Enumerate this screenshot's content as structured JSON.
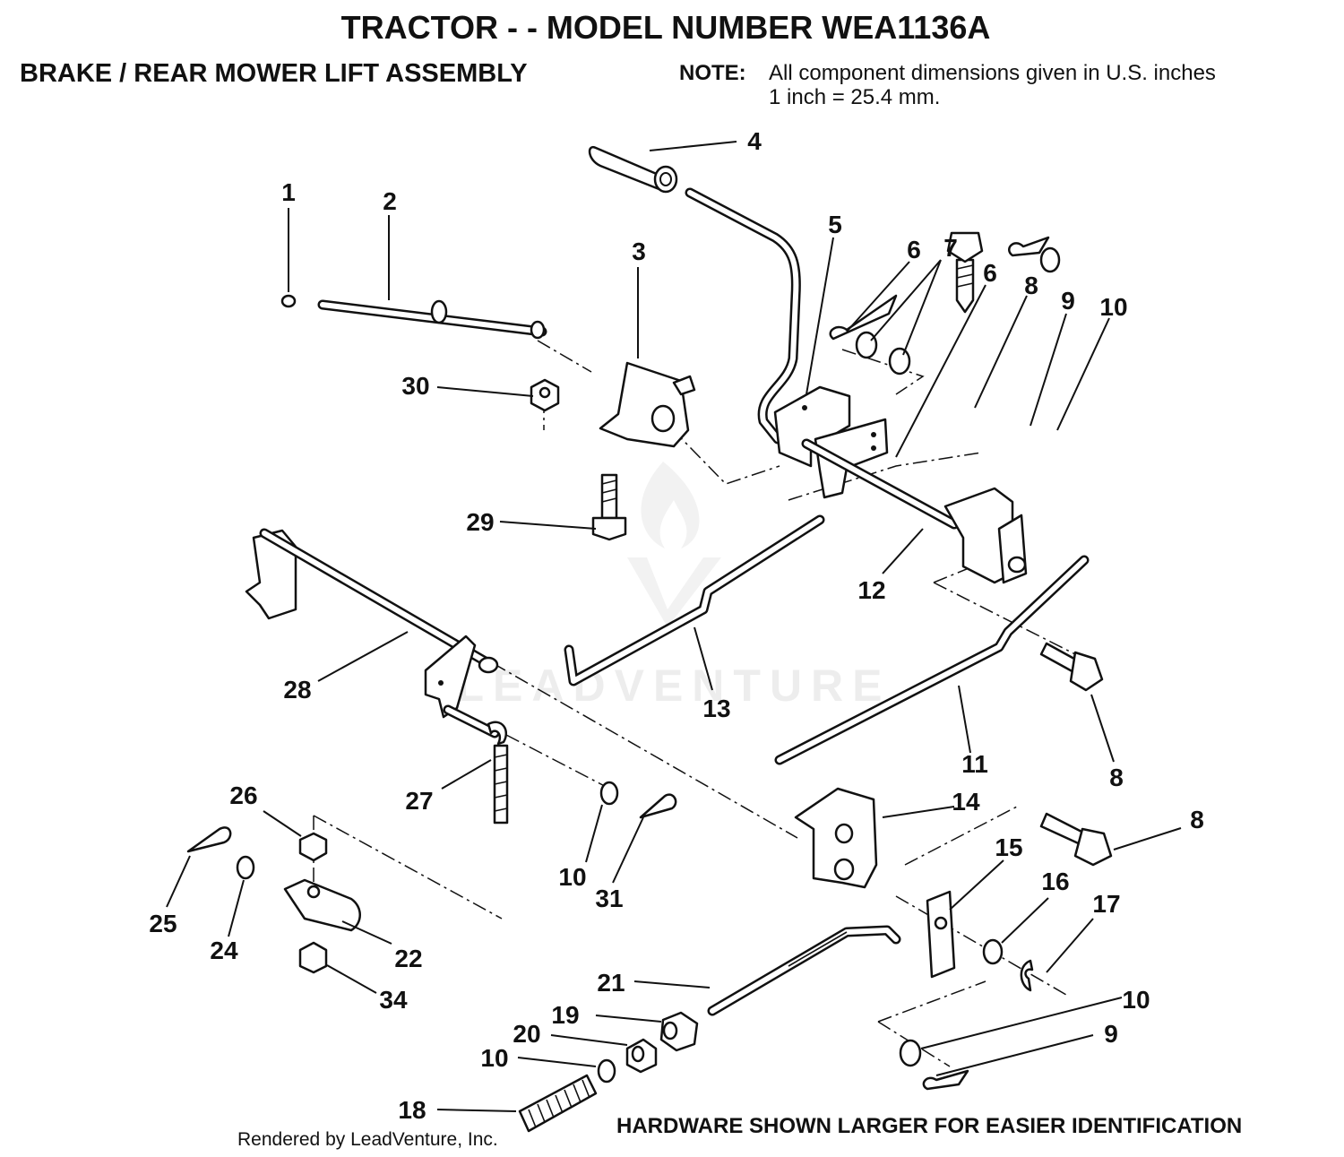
{
  "header": {
    "title": "TRACTOR - - MODEL NUMBER WEA1136A",
    "subtitle": "BRAKE / REAR MOWER LIFT ASSEMBLY",
    "note_label": "NOTE:",
    "note_line_1": "All component dimensions given in U.S. inches",
    "note_line_2": "1 inch = 25.4 mm."
  },
  "footer": {
    "hardware_note": "HARDWARE SHOWN LARGER FOR EASIER IDENTIFICATION",
    "credit": "Rendered by LeadVenture, Inc."
  },
  "watermark": {
    "text": "LEADVENTURE",
    "color": "#d9d9d9"
  },
  "callouts": [
    "1",
    "2",
    "3",
    "4",
    "5",
    "6",
    "7",
    "6",
    "8",
    "9",
    "10",
    "30",
    "29",
    "12",
    "13",
    "28",
    "11",
    "8",
    "27",
    "14",
    "8",
    "26",
    "10",
    "31",
    "15",
    "16",
    "17",
    "25",
    "24",
    "22",
    "34",
    "21",
    "10",
    "19",
    "20",
    "10",
    "9",
    "18"
  ]
}
